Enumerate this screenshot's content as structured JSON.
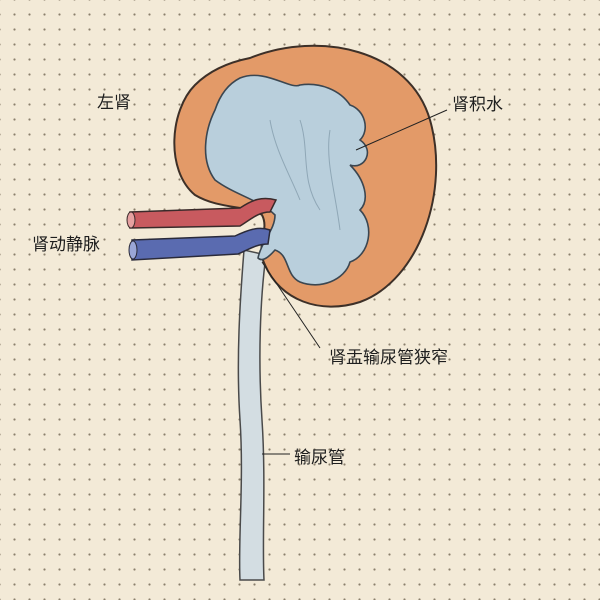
{
  "labels": {
    "left_kidney": "左肾",
    "hydronephrosis": "肾积水",
    "renal_vessels": "肾动静脉",
    "upj_stenosis": "肾盂输尿管狭窄",
    "ureter": "输尿管"
  },
  "colors": {
    "cortex": "#e39a68",
    "pelvis": "#b9cfdc",
    "artery": "#c85a5f",
    "vein": "#5a6bb0",
    "ureter": "#d3dde2",
    "background": "#f3ead7"
  }
}
